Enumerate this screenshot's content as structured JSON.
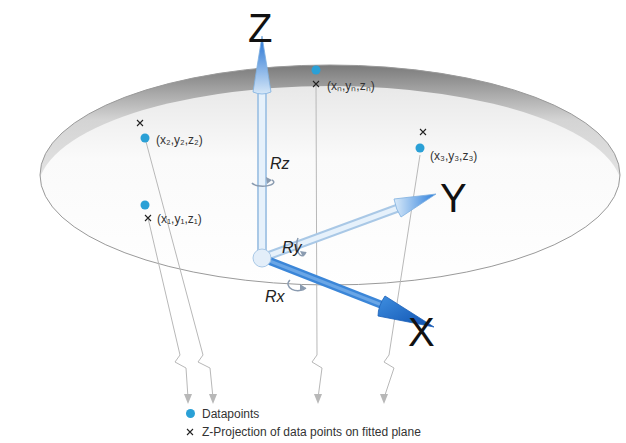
{
  "diagram": {
    "labels": [
      "Z",
      "Y",
      "X",
      "Rz",
      "Ry",
      "Rx",
      "(xₙ,yₙ,zₙ)",
      "(x₂,y₂,z₂)",
      "(x₃,y₃,z₃)",
      "(x₁,y₁,z₁)"
    ],
    "legend": [
      {
        "text": "Datapoints",
        "color": "#2aa0d6"
      },
      {
        "text": "Z-Projection of data points on fitted plane"
      }
    ]
  }
}
